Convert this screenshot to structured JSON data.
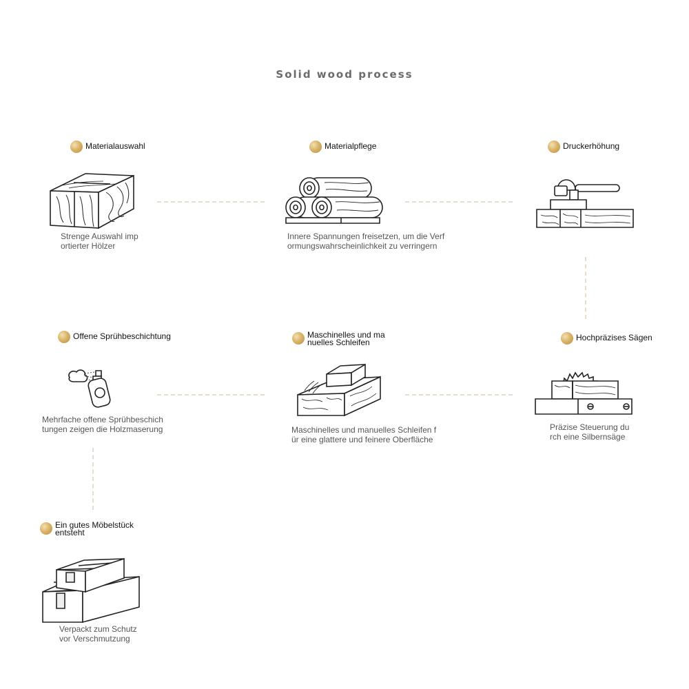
{
  "title": "Solid wood process",
  "accent_color": "#d9b56b",
  "connector_color": "#e6dccb",
  "steps": [
    {
      "label": "Materialauswahl",
      "description": "Strenge Auswahl imp\nortierter Hölzer",
      "icon": "wood-block-icon"
    },
    {
      "label": "Materialpflege",
      "description": "Innere Spannungen freisetzen, um die Verf\normungswahrscheinlichkeit zu verringern",
      "icon": "log-pile-icon"
    },
    {
      "label": "Druckerhöhung",
      "description": "",
      "icon": "clamp-press-icon"
    },
    {
      "label": "Hochpräzises Sägen",
      "description": "Präzise Steuerung du\nrch eine Silbernsäge",
      "icon": "saw-blade-icon"
    },
    {
      "label": "Maschinelles und ma\nnuelles Schleifen",
      "description": "Maschinelles und manuelles Schleifen f\nür eine glattere und feinere Oberfläche",
      "icon": "sanding-block-icon"
    },
    {
      "label": "Offene Sprühbeschichtung",
      "description": "Mehrfache offene Sprühbeschich\ntungen zeigen die Holzmaserung",
      "icon": "spray-can-icon"
    },
    {
      "label": "Ein gutes Möbelstück\n entsteht",
      "description": "Verpackt zum Schutz\nvor Verschmutzung",
      "icon": "package-boxes-icon"
    }
  ]
}
